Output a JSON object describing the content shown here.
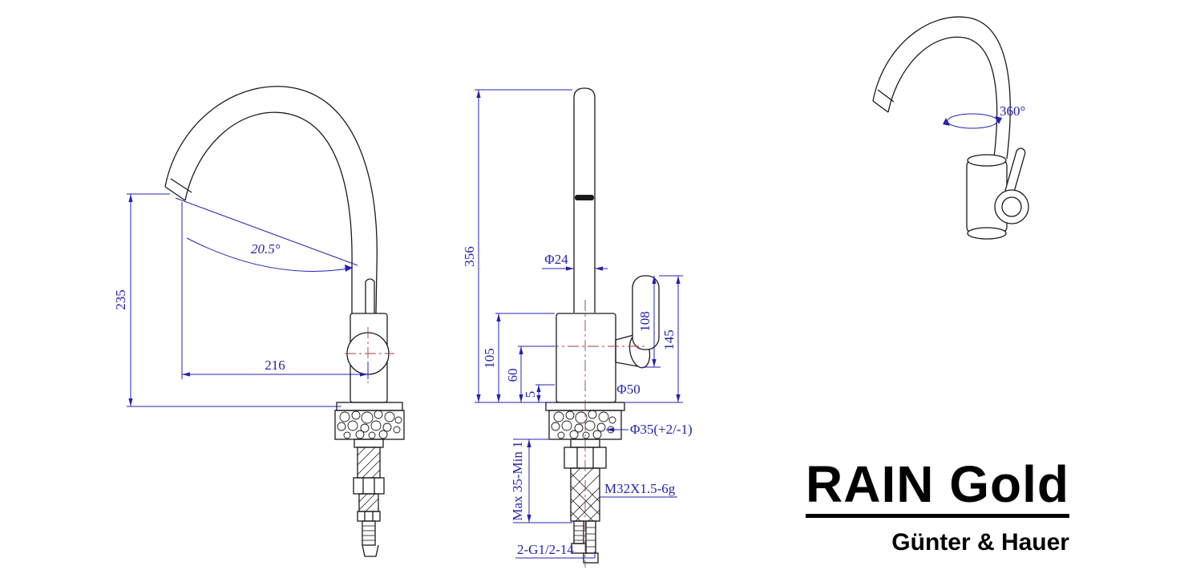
{
  "drawing": {
    "kind": "faucet technical drawing",
    "views": [
      "side",
      "front",
      "perspective"
    ]
  },
  "colors": {
    "outline": "#1a1a1a",
    "dimension": "#2323b0",
    "centerline": "#a04040",
    "brand": "#000000",
    "background": "#ffffff"
  },
  "dimensions": {
    "angle": "20.5°",
    "height": "235",
    "reach": "216",
    "spout_height": "356",
    "pipe_dia": "Φ24",
    "body_height": "105",
    "base_to_axis": "60",
    "base_plate": "5",
    "handle_upper": "108",
    "handle_total": "145",
    "body_dia": "Φ50",
    "hole_dia": "Φ35(+2/-1)",
    "mount_range": "Max 35-Min 1",
    "thread": "M32X1.5-6g",
    "hoses": "2-G1/2-14",
    "rotation": "360°"
  },
  "brand": {
    "product": "RAIN Gold",
    "company": "Günter & Hauer"
  }
}
